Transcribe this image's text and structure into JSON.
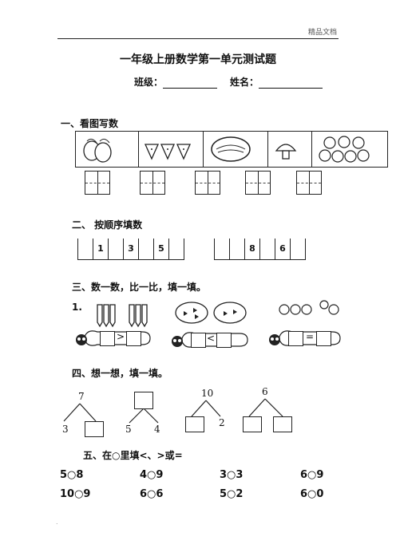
{
  "header": {
    "tag": "精品文档"
  },
  "title": "一年级上册数学第一单元测试题",
  "info": {
    "class_label": "班级：",
    "name_label": "姓名："
  },
  "sections": {
    "s1": "一、看图写数",
    "s2": "二、 按顺序填数",
    "s3": "三、数一数，比一比，填一填。",
    "s4": "四、想一想，填一填。",
    "s5": "五、在○里填<、>或="
  },
  "sequence_a": [
    "",
    "1",
    "",
    "3",
    "",
    "5",
    ""
  ],
  "sequence_b": [
    "",
    "",
    "8",
    "",
    "6",
    ""
  ],
  "s3_item_number": "1.",
  "s3_signs": [
    ">",
    "<",
    "="
  ],
  "s4": {
    "tree1_top": "7",
    "tree1_left": "3",
    "tree2_left": "5",
    "tree2_right": "4",
    "tree3_top": "10",
    "tree3_right": "2",
    "tree4_top": "6"
  },
  "compare_rows": [
    [
      "5○8",
      "4○9",
      "3○3",
      "6○9"
    ],
    [
      "10○9",
      "6○6",
      "5○2",
      "6○0"
    ]
  ],
  "footer_mark": "."
}
